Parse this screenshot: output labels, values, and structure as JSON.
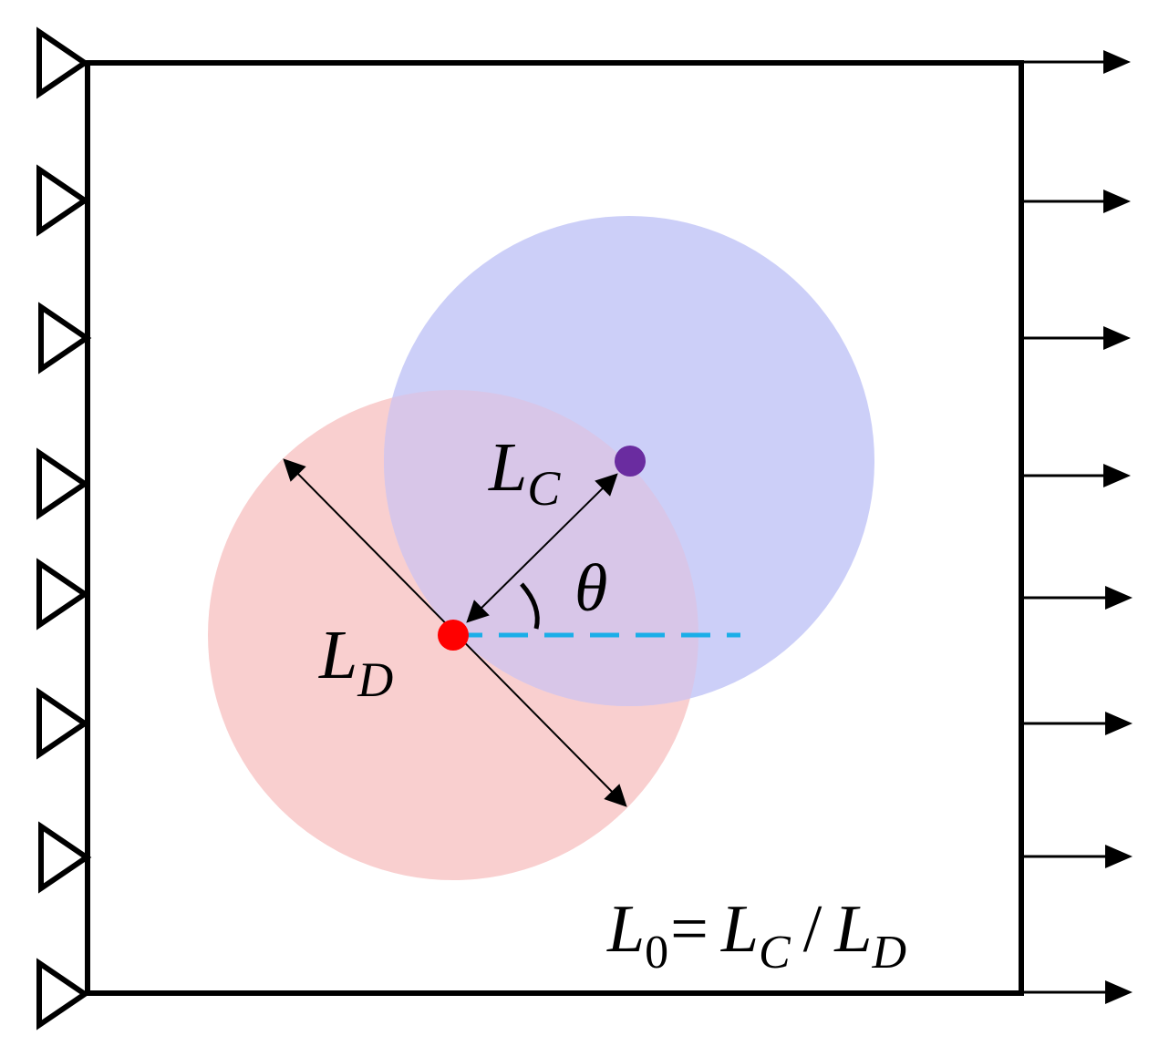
{
  "labels": {
    "lc": {
      "main": "L",
      "sub": "C"
    },
    "ld": {
      "main": "L",
      "sub": "D"
    },
    "theta": "θ",
    "formula": {
      "l0_main": "L",
      "l0_sub": "0",
      "equals": "=",
      "lc_main": "L",
      "lc_sub": "C",
      "slash": "/",
      "ld_main": "L",
      "ld_sub": "D"
    }
  },
  "colors": {
    "frame": "#000000",
    "damage_circle": "#f9cfcf",
    "crack_circle": "#cccff8",
    "overlap": "#d8c6e8",
    "damage_point": "#ff0000",
    "crack_point": "#6a2ca0",
    "reference_line": "#1aaee8"
  },
  "supports": {
    "left_count": 8,
    "right_arrow_count": 8
  }
}
